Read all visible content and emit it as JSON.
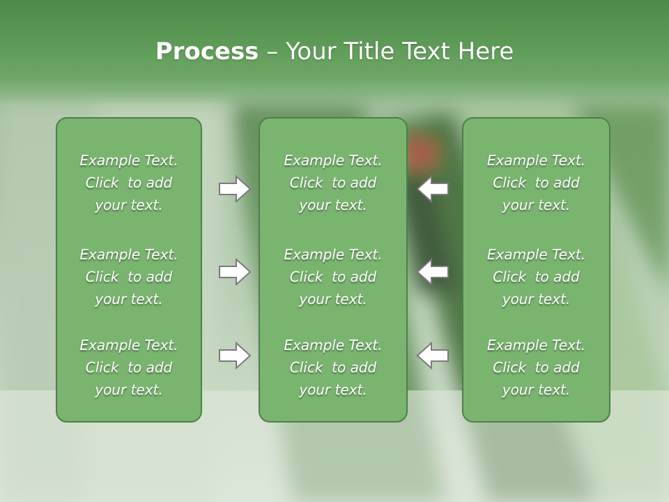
{
  "title": {
    "bold": "Process",
    "rest": " – Your Title Text Here"
  },
  "panels": [
    {
      "items": [
        {
          "l1": "Example Text.",
          "l2": "Click  to add",
          "l3": "your text."
        },
        {
          "l1": "Example Text.",
          "l2": "Click  to add",
          "l3": "your text."
        },
        {
          "l1": "Example Text.",
          "l2": "Click  to add",
          "l3": "your text."
        }
      ]
    },
    {
      "items": [
        {
          "l1": "Example Text.",
          "l2": "Click  to add",
          "l3": "your text."
        },
        {
          "l1": "Example Text.",
          "l2": "Click  to add",
          "l3": "your text."
        },
        {
          "l1": "Example Text.",
          "l2": "Click  to add",
          "l3": "your text."
        }
      ]
    },
    {
      "items": [
        {
          "l1": "Example Text.",
          "l2": "Click  to add",
          "l3": "your text."
        },
        {
          "l1": "Example Text.",
          "l2": "Click  to add",
          "l3": "your text."
        },
        {
          "l1": "Example Text.",
          "l2": "Click  to add",
          "l3": "your text."
        }
      ]
    }
  ],
  "arrows": {
    "left_group": [
      "right-arrow-icon",
      "right-arrow-icon",
      "right-arrow-icon"
    ],
    "right_group": [
      "left-arrow-icon",
      "left-arrow-icon",
      "left-arrow-icon"
    ]
  },
  "colors": {
    "title_band": "#5f9b58",
    "panel_fill": "#7ab570",
    "panel_border": "#4d7f47",
    "arrow_fill": "#ffffff",
    "arrow_stroke": "#7a7a7a"
  }
}
